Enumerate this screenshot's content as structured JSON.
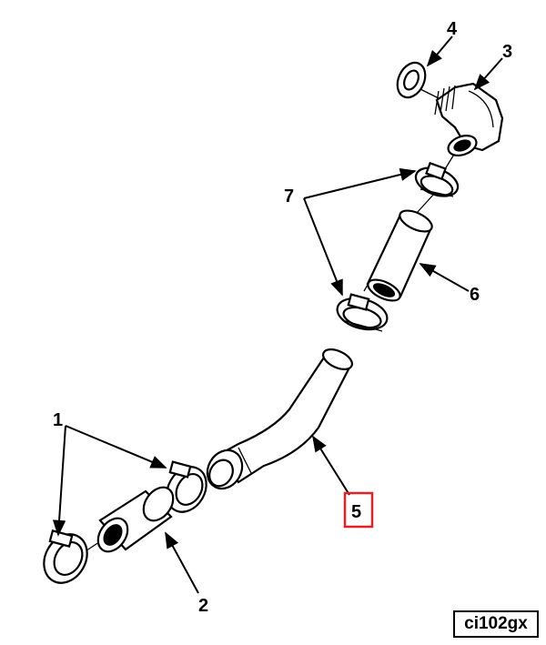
{
  "callouts": {
    "c1": "1",
    "c2": "2",
    "c3": "3",
    "c4": "4",
    "c5": "5",
    "c6": "6",
    "c7": "7"
  },
  "highlight_color": "#e32227",
  "figure_id": "ci102gx"
}
